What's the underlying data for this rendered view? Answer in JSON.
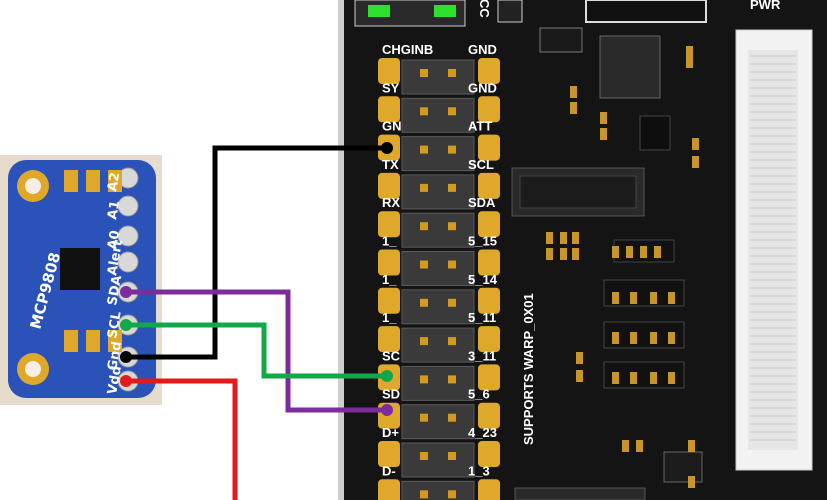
{
  "board": {
    "left_labels": [
      "CHGINB",
      "SY",
      "GN",
      "TX",
      "RX",
      "1_",
      "1_",
      "1_",
      "SC",
      "SD",
      "D+",
      "D-"
    ],
    "right_labels": [
      "GND",
      "GND",
      "ATT",
      "SCL",
      "SDA",
      "5_15",
      "5_14",
      "5_11",
      "3_11",
      "5_6",
      "4_23",
      "1_3"
    ],
    "pwr_label": "PWR",
    "cc_label": "CC",
    "supports_text": "SUPPORTS WARP_0X01"
  },
  "sensor": {
    "name": "MCP9808",
    "pin_labels": [
      "A2",
      "A1",
      "A0",
      "Alert",
      "SDA",
      "SCL",
      "Gnd",
      "Vdd"
    ]
  },
  "wires": [
    {
      "color": "#000000",
      "from": "Gnd",
      "to": "GN"
    },
    {
      "color": "#7b2d9e",
      "from": "SDA",
      "to": "SD"
    },
    {
      "color": "#12a84a",
      "from": "SCL",
      "to": "SC"
    },
    {
      "color": "#e41a1a",
      "from": "Vdd",
      "to": "off-image"
    }
  ],
  "colors": {
    "board": "#141414",
    "pad_gold": "#e0a82a",
    "sensor_blue": "#2a52b8",
    "header": "#3a3a3a"
  }
}
